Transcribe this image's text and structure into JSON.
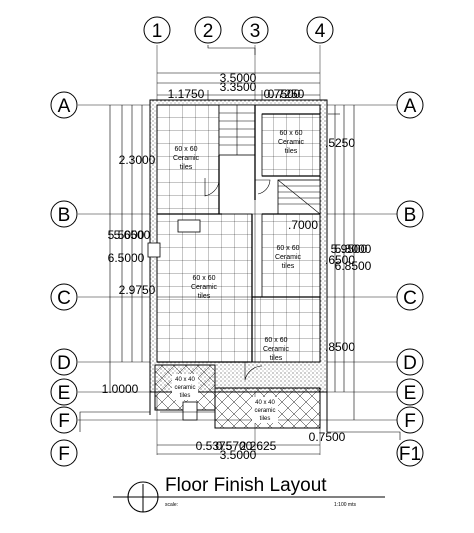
{
  "columns": [
    "1",
    "2",
    "3",
    "4"
  ],
  "rows_left": [
    "A",
    "B",
    "C",
    "D",
    "E",
    "F",
    "F"
  ],
  "rows_right": [
    "A",
    "B",
    "C",
    "D",
    "E",
    "F",
    "F1"
  ],
  "dims_top": {
    "overall": "3.5000",
    "overall_inner": "3.3500",
    "left_seg": "1.1750",
    "right_seg": "0.7500",
    "right_seg_overlap": "0.7250"
  },
  "dims_left": {
    "a_to_b": "2.3000",
    "overall_overlap_1": "5.5000",
    "overall_overlap_2": "5.6500",
    "overall": "6.5000",
    "b_to_d": "2.9750",
    "d_to_e": "1.0000"
  },
  "dims_right": {
    "upper": ".5250",
    "mid": ".7000",
    "overall_overlap_1": "5.9500",
    "overall_overlap_2": "5.8000",
    "b_to_c": ".6500",
    "overall": "6.8500",
    "lower": ".8500"
  },
  "dims_bottom": {
    "segs": "0.5375",
    "seg2": "0.5700",
    "seg3": "2.2625",
    "right_seg": "0.7500",
    "overall": "3.5000"
  },
  "rooms": [
    {
      "line1": "60 x 60",
      "line2": "Ceramic",
      "line3": "tiles"
    },
    {
      "line1": "60 x 60",
      "line2": "Ceramic",
      "line3": "tiles"
    },
    {
      "line1": "60 x 60",
      "line2": "Ceramic",
      "line3": "tiles"
    },
    {
      "line1": "60 x 60",
      "line2": "Ceramic",
      "line3": "tiles"
    },
    {
      "line1": "60 x 60",
      "line2": "Ceramic",
      "line3": "tiles"
    },
    {
      "line1": "40 x 40",
      "line2": "ceramic",
      "line3": "tiles"
    },
    {
      "line1": "40 x 40",
      "line2": "ceramic",
      "line3": "tiles"
    }
  ],
  "title": "Floor Finish Layout",
  "scale_label": "scale:",
  "scale_value": "1:100 mts"
}
